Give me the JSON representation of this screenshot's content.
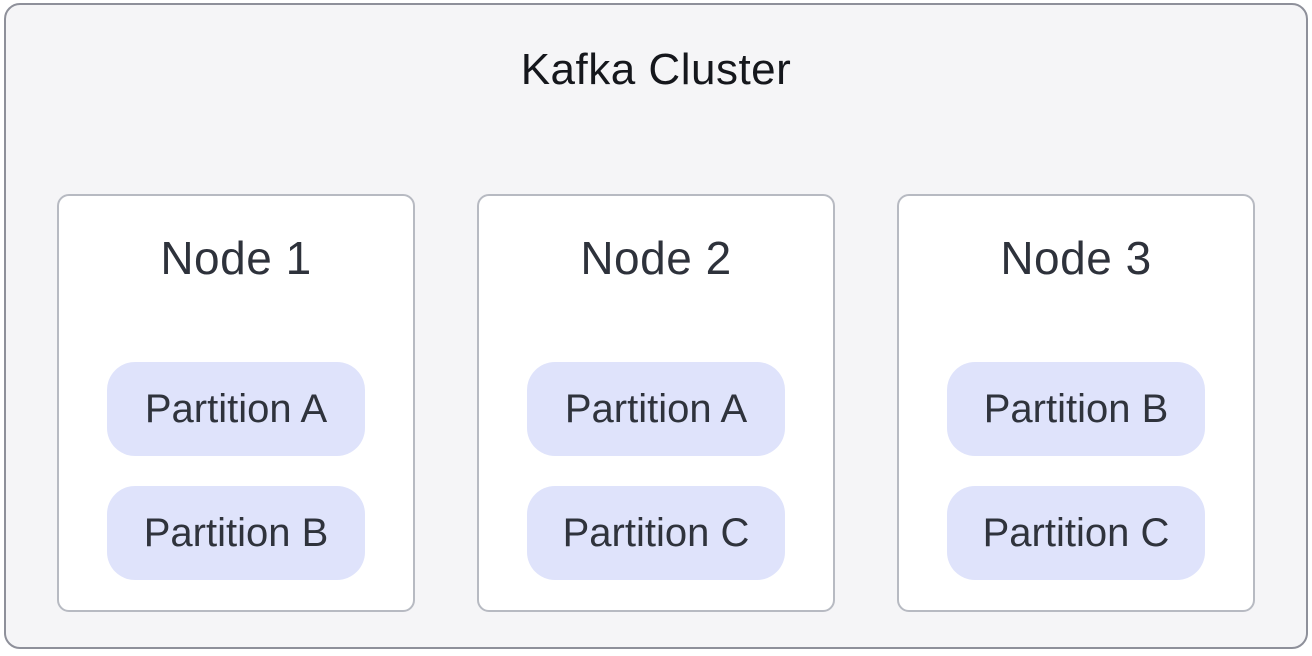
{
  "diagram": {
    "title": "Kafka Cluster",
    "nodes": [
      {
        "label": "Node 1",
        "partitions": [
          "Partition A",
          "Partition B"
        ]
      },
      {
        "label": "Node 2",
        "partitions": [
          "Partition A",
          "Partition C"
        ]
      },
      {
        "label": "Node 3",
        "partitions": [
          "Partition B",
          "Partition C"
        ]
      }
    ],
    "colors": {
      "cluster_background": "#f5f5f7",
      "cluster_border": "#8e909a",
      "node_background": "#ffffff",
      "node_border": "#b7bac2",
      "partition_background": "#dfe3fb",
      "title_text": "#15171c",
      "node_text": "#2e323b",
      "partition_text": "#2f333c"
    }
  }
}
